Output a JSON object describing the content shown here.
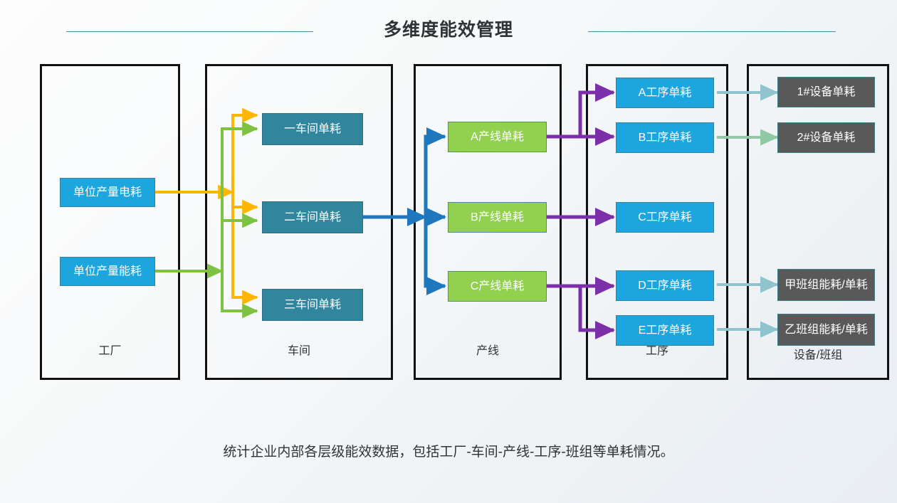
{
  "header": {
    "title": "多维度能效管理",
    "rule_left": "decorative-rule",
    "rule_right": "decorative-rule",
    "rule_color": "#4a8ba8"
  },
  "colors": {
    "blue": "#1DA5DE",
    "teal": "#31859C",
    "green": "#92D050",
    "gray": "#595959",
    "arrow_orange": "#FFB600",
    "arrow_green": "#7DC242",
    "arrow_blue": "#1F77BE",
    "arrow_purple": "#7B2FA8",
    "arrow_lightteal": "#8FC3CE",
    "arrow_lightgreen": "#90C9A6",
    "column_border": "#111111"
  },
  "columns": [
    {
      "id": "factory",
      "label": "工厂",
      "nodes": [
        {
          "id": "unit-power",
          "label": "单位产量电耗",
          "color": "blue"
        },
        {
          "id": "unit-energy",
          "label": "单位产量能耗",
          "color": "blue"
        }
      ]
    },
    {
      "id": "workshop",
      "label": "车间",
      "nodes": [
        {
          "id": "workshop-1",
          "label": "一车间单耗",
          "color": "teal"
        },
        {
          "id": "workshop-2",
          "label": "二车间单耗",
          "color": "teal"
        },
        {
          "id": "workshop-3",
          "label": "三车间单耗",
          "color": "teal"
        }
      ]
    },
    {
      "id": "productline",
      "label": "产线",
      "nodes": [
        {
          "id": "line-a",
          "label": "A产线单耗",
          "color": "green"
        },
        {
          "id": "line-b",
          "label": "B产线单耗",
          "color": "green"
        },
        {
          "id": "line-c",
          "label": "C产线单耗",
          "color": "green"
        }
      ]
    },
    {
      "id": "process",
      "label": "工序",
      "nodes": [
        {
          "id": "process-a",
          "label": "A工序单耗",
          "color": "blue"
        },
        {
          "id": "process-b",
          "label": "B工序单耗",
          "color": "blue"
        },
        {
          "id": "process-c",
          "label": "C工序单耗",
          "color": "blue"
        },
        {
          "id": "process-d",
          "label": "D工序单耗",
          "color": "blue"
        },
        {
          "id": "process-e",
          "label": "E工序单耗",
          "color": "blue"
        }
      ]
    },
    {
      "id": "equipment-team",
      "label": "设备/班组",
      "nodes": [
        {
          "id": "device-1",
          "label": "1#设备单耗",
          "color": "gray"
        },
        {
          "id": "device-2",
          "label": "2#设备单耗",
          "color": "gray"
        },
        {
          "id": "team-jia",
          "label": "甲班组能耗/单耗",
          "color": "gray"
        },
        {
          "id": "team-yi",
          "label": "乙班组能耗/单耗",
          "color": "gray"
        }
      ]
    }
  ],
  "footer": {
    "caption": "统计企业内部各层级能效数据，包括工厂-车间-产线-工序-班组等单耗情况。"
  }
}
